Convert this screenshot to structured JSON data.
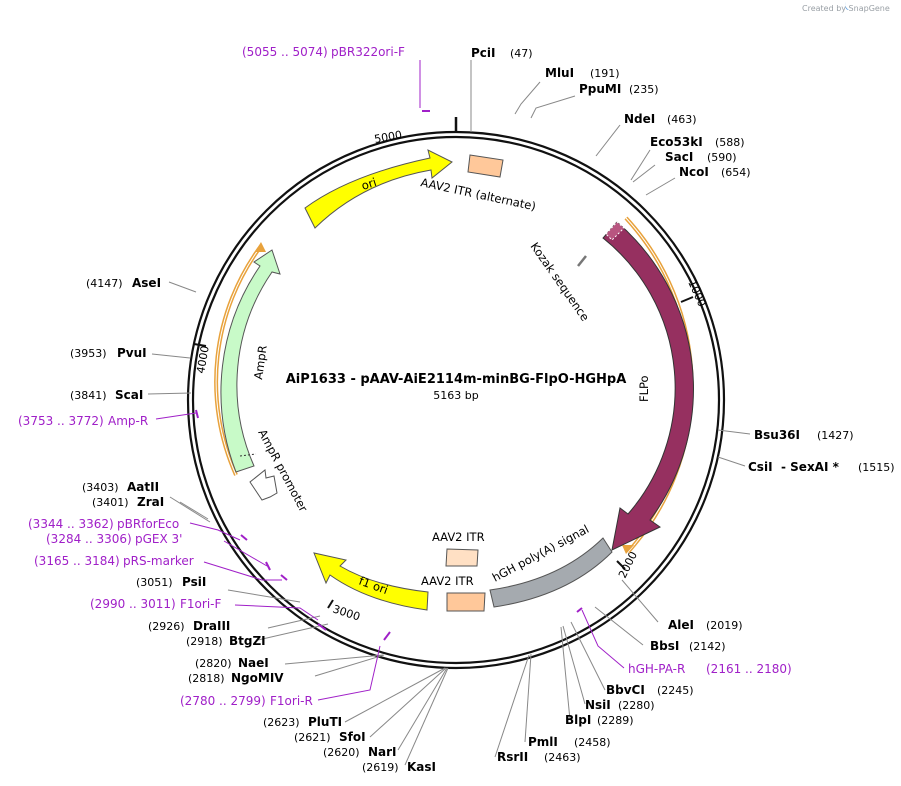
{
  "credit": "Created by SnapGene",
  "title": "AiP1633 - pAAV-AiE2114m-minBG-FlpO-HGHpA",
  "subtitle": "5163 bp",
  "ticks": [
    "1000",
    "2000",
    "3000",
    "4000",
    "5000"
  ],
  "features": {
    "ori": "ori",
    "itr_alt": "AAV2 ITR (alternate)",
    "kozak": "Kozak sequence",
    "flpo": "FLPo",
    "hgh": "hGH poly(A) signal",
    "itr1": "AAV2 ITR",
    "itr2": "AAV2 ITR",
    "f1ori": "f1 ori",
    "ampr_promoter": "AmpR promoter",
    "ampr": "AmpR"
  },
  "sites": [
    {
      "name": "PciI",
      "pos": "(47)"
    },
    {
      "name": "MluI",
      "pos": "(191)"
    },
    {
      "name": "PpuMI",
      "pos": "(235)"
    },
    {
      "name": "NdeI",
      "pos": "(463)"
    },
    {
      "name": "Eco53kI",
      "pos": "(588)"
    },
    {
      "name": "SacI",
      "pos": "(590)"
    },
    {
      "name": "NcoI",
      "pos": "(654)"
    },
    {
      "name": "Bsu36I",
      "pos": "(1427)"
    },
    {
      "name": "CsiI",
      "pos": "- SexAI *",
      "pos2": "(1515)"
    },
    {
      "name": "AleI",
      "pos": "(2019)"
    },
    {
      "name": "BbsI",
      "pos": "(2142)"
    },
    {
      "name": "BbvCI",
      "pos": "(2245)"
    },
    {
      "name": "NsiI",
      "pos": "(2280)"
    },
    {
      "name": "BlpI",
      "pos": "(2289)"
    },
    {
      "name": "PmlI",
      "pos": "(2458)"
    },
    {
      "name": "RsrII",
      "pos": "(2463)"
    },
    {
      "name": "KasI",
      "pos": "(2619)"
    },
    {
      "name": "NarI",
      "pos": "(2620)"
    },
    {
      "name": "SfoI",
      "pos": "(2621)"
    },
    {
      "name": "PluTI",
      "pos": "(2623)"
    },
    {
      "name": "NgoMIV",
      "pos": "(2818)"
    },
    {
      "name": "NaeI",
      "pos": "(2820)"
    },
    {
      "name": "BtgZI",
      "pos": "(2918)"
    },
    {
      "name": "DraIII",
      "pos": "(2926)"
    },
    {
      "name": "PsiI",
      "pos": "(3051)"
    },
    {
      "name": "ZraI",
      "pos": "(3401)"
    },
    {
      "name": "AatII",
      "pos": "(3403)"
    },
    {
      "name": "ScaI",
      "pos": "(3841)"
    },
    {
      "name": "PvuI",
      "pos": "(3953)"
    },
    {
      "name": "AseI",
      "pos": "(4147)"
    }
  ],
  "primers": [
    {
      "range": "(5055 .. 5074)",
      "name": "pBR322ori-F"
    },
    {
      "range": "(2161 .. 2180)",
      "name": "hGH-PA-R"
    },
    {
      "range": "(2780 .. 2799)",
      "name": "F1ori-R"
    },
    {
      "range": "(2990 .. 3011)",
      "name": "F1ori-F"
    },
    {
      "range": "(3165 .. 3184)",
      "name": "pRS-marker"
    },
    {
      "range": "(3284 .. 3306)",
      "name": "pGEX 3'"
    },
    {
      "range": "(3344 .. 3362)",
      "name": "pBRforEco"
    },
    {
      "range": "(3753 .. 3772)",
      "name": "Amp-R"
    }
  ],
  "colors": {
    "backbone": "#111111",
    "ori": "#ffff00",
    "itr": "#ffc89a",
    "itr_light": "#ffe0c4",
    "flpo": "#963060",
    "hgh": "#a5aaaf",
    "ampr": "#c8fac8",
    "orf_outline": "#e8a23c",
    "primer": "#a020c8",
    "credit_logo": "#5aa0e6"
  }
}
